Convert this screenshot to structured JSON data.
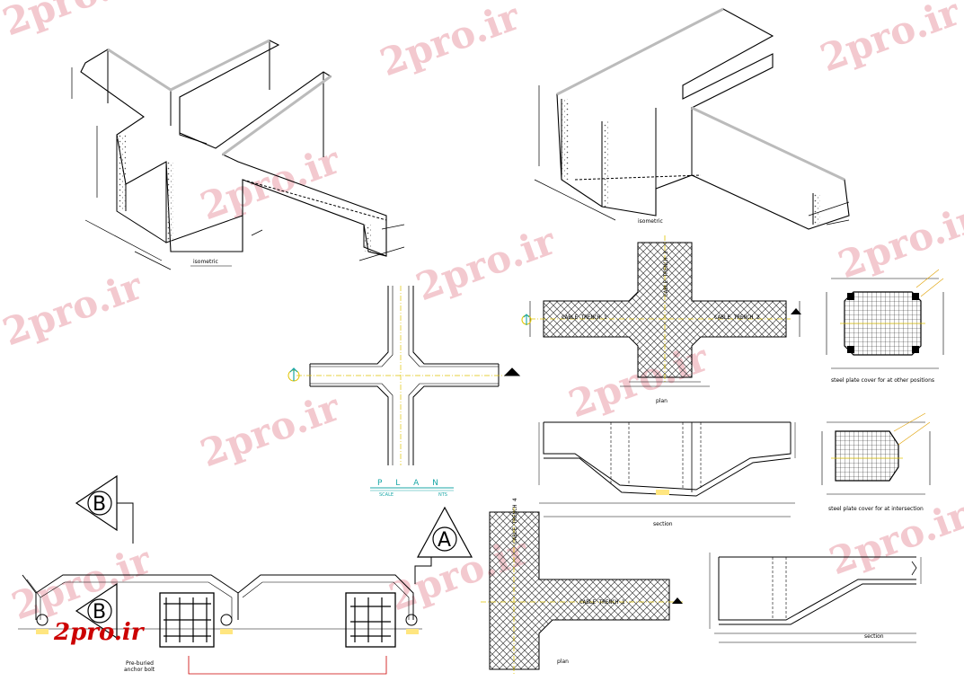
{
  "watermark": "2pro.ir",
  "logo": "2pro.ir",
  "labels": {
    "isometric": "isometric",
    "plan_title": "P L A N",
    "plan_scale": "SCALE",
    "plan_scale_val": "NTS",
    "cable_trench_1": "CABLE TRENCH 1",
    "cable_trench_2": "CABLE TRENCH 2",
    "cable_trench_3": "CABLE TRENCH 3",
    "cable_trench_4": "CABLE TRENCH 4",
    "section": "section",
    "plan_small": "plan",
    "steel_cover_1": "steel plate cover for at other positions",
    "steel_cover_2": "steel plate cover for at intersection",
    "section_b": "section",
    "pre_buried": "Pre-buried",
    "anchor_bolt": "anchor bolt",
    "marker_a": "A",
    "marker_b": "B",
    "marker_b2": "B"
  },
  "colors": {
    "line": "#000000",
    "watermark": "#f3c9cf",
    "accent": "#1aa7a7",
    "logo": "#cc0000",
    "hatch": "#6a6a6a"
  }
}
